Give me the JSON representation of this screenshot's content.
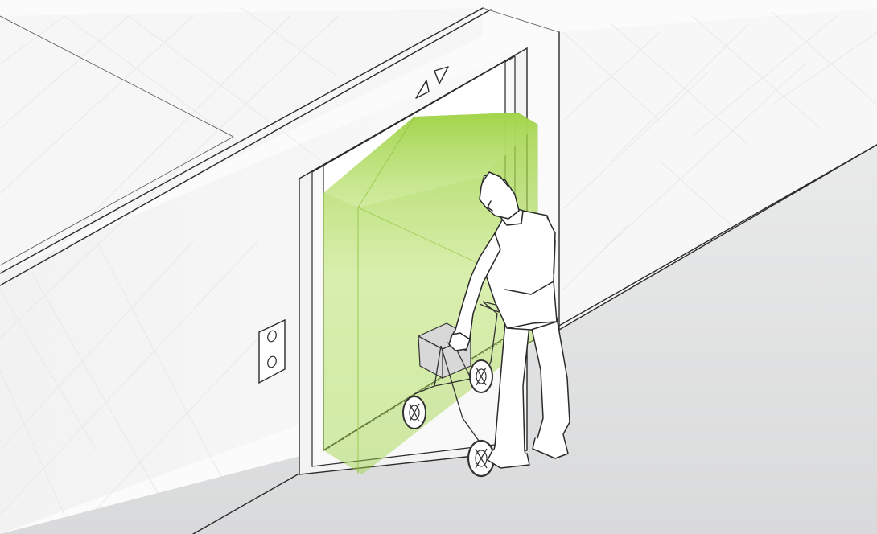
{
  "illustration": {
    "colors": {
      "floor": "#e1e2e3",
      "wall": "#f5f5f5",
      "wall_side": "#f0f0f0",
      "light_curtain": "#9bd13c",
      "outline": "#2a2a2a"
    },
    "icons": [
      "hall-call-up-arrow-icon",
      "hall-call-down-arrow-icon",
      "call-button-panel-icon"
    ],
    "subjects": [
      "elevator-doorway",
      "light-curtain-detection-zone",
      "person",
      "rollator-walker"
    ]
  }
}
